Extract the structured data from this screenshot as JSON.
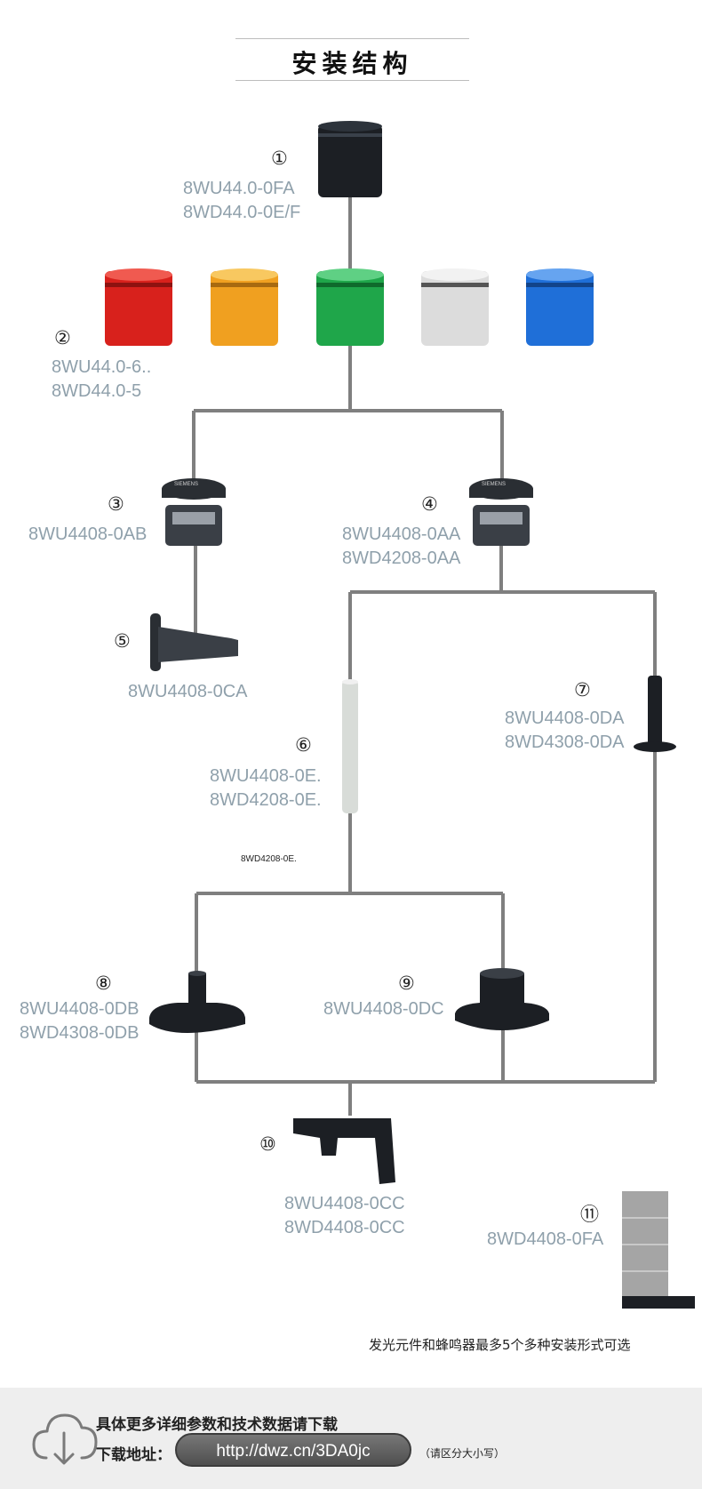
{
  "title": "安装结构",
  "parts": [
    {
      "num": "①",
      "codes": [
        "8WU44.0-0FA",
        "8WD44.0-0E/F"
      ]
    },
    {
      "num": "②",
      "codes": [
        "8WU44.0-6..",
        "8WD44.0-5"
      ]
    },
    {
      "num": "③",
      "codes": [
        "8WU4408-0AB"
      ]
    },
    {
      "num": "④",
      "codes": [
        "8WU4408-0AA",
        "8WD4208-0AA"
      ]
    },
    {
      "num": "⑤",
      "codes": [
        "8WU4408-0CA"
      ]
    },
    {
      "num": "⑥",
      "codes": [
        "8WU4408-0E.",
        "8WD4208-0E."
      ]
    },
    {
      "num": "⑦",
      "codes": [
        "8WU4408-0DA",
        "8WD4308-0DA"
      ]
    },
    {
      "num": "⑧",
      "codes": [
        "8WU4408-0DB",
        "8WD4308-0DB"
      ]
    },
    {
      "num": "⑨",
      "codes": [
        "8WU4408-0DC"
      ]
    },
    {
      "num": "⑩",
      "codes": [
        "8WU4408-0CC",
        "8WD4408-0CC"
      ]
    },
    {
      "num": "⑪",
      "codes": [
        "8WD4408-0FA"
      ]
    }
  ],
  "small_label": "8WD4208-0E.",
  "brand_label": "SIEMENS",
  "note": "发光元件和蜂鸣器最多5个多种安装形式可选",
  "footer": {
    "line1": "具体更多详细参数和技术数据请下载",
    "line2_label": "下载地址：",
    "link": "http://dwz.cn/3DA0jc",
    "hint": "（请区分大小写）"
  },
  "colors": {
    "line": "#7f7f7f",
    "code_text": "#8fa0ab",
    "lamp_red": "#d8211c",
    "lamp_orange": "#f0a020",
    "lamp_green": "#1fa64a",
    "lamp_clear": "#dcdcdc",
    "lamp_blue": "#1f6fd8",
    "footer_bg": "#eeeeee"
  }
}
